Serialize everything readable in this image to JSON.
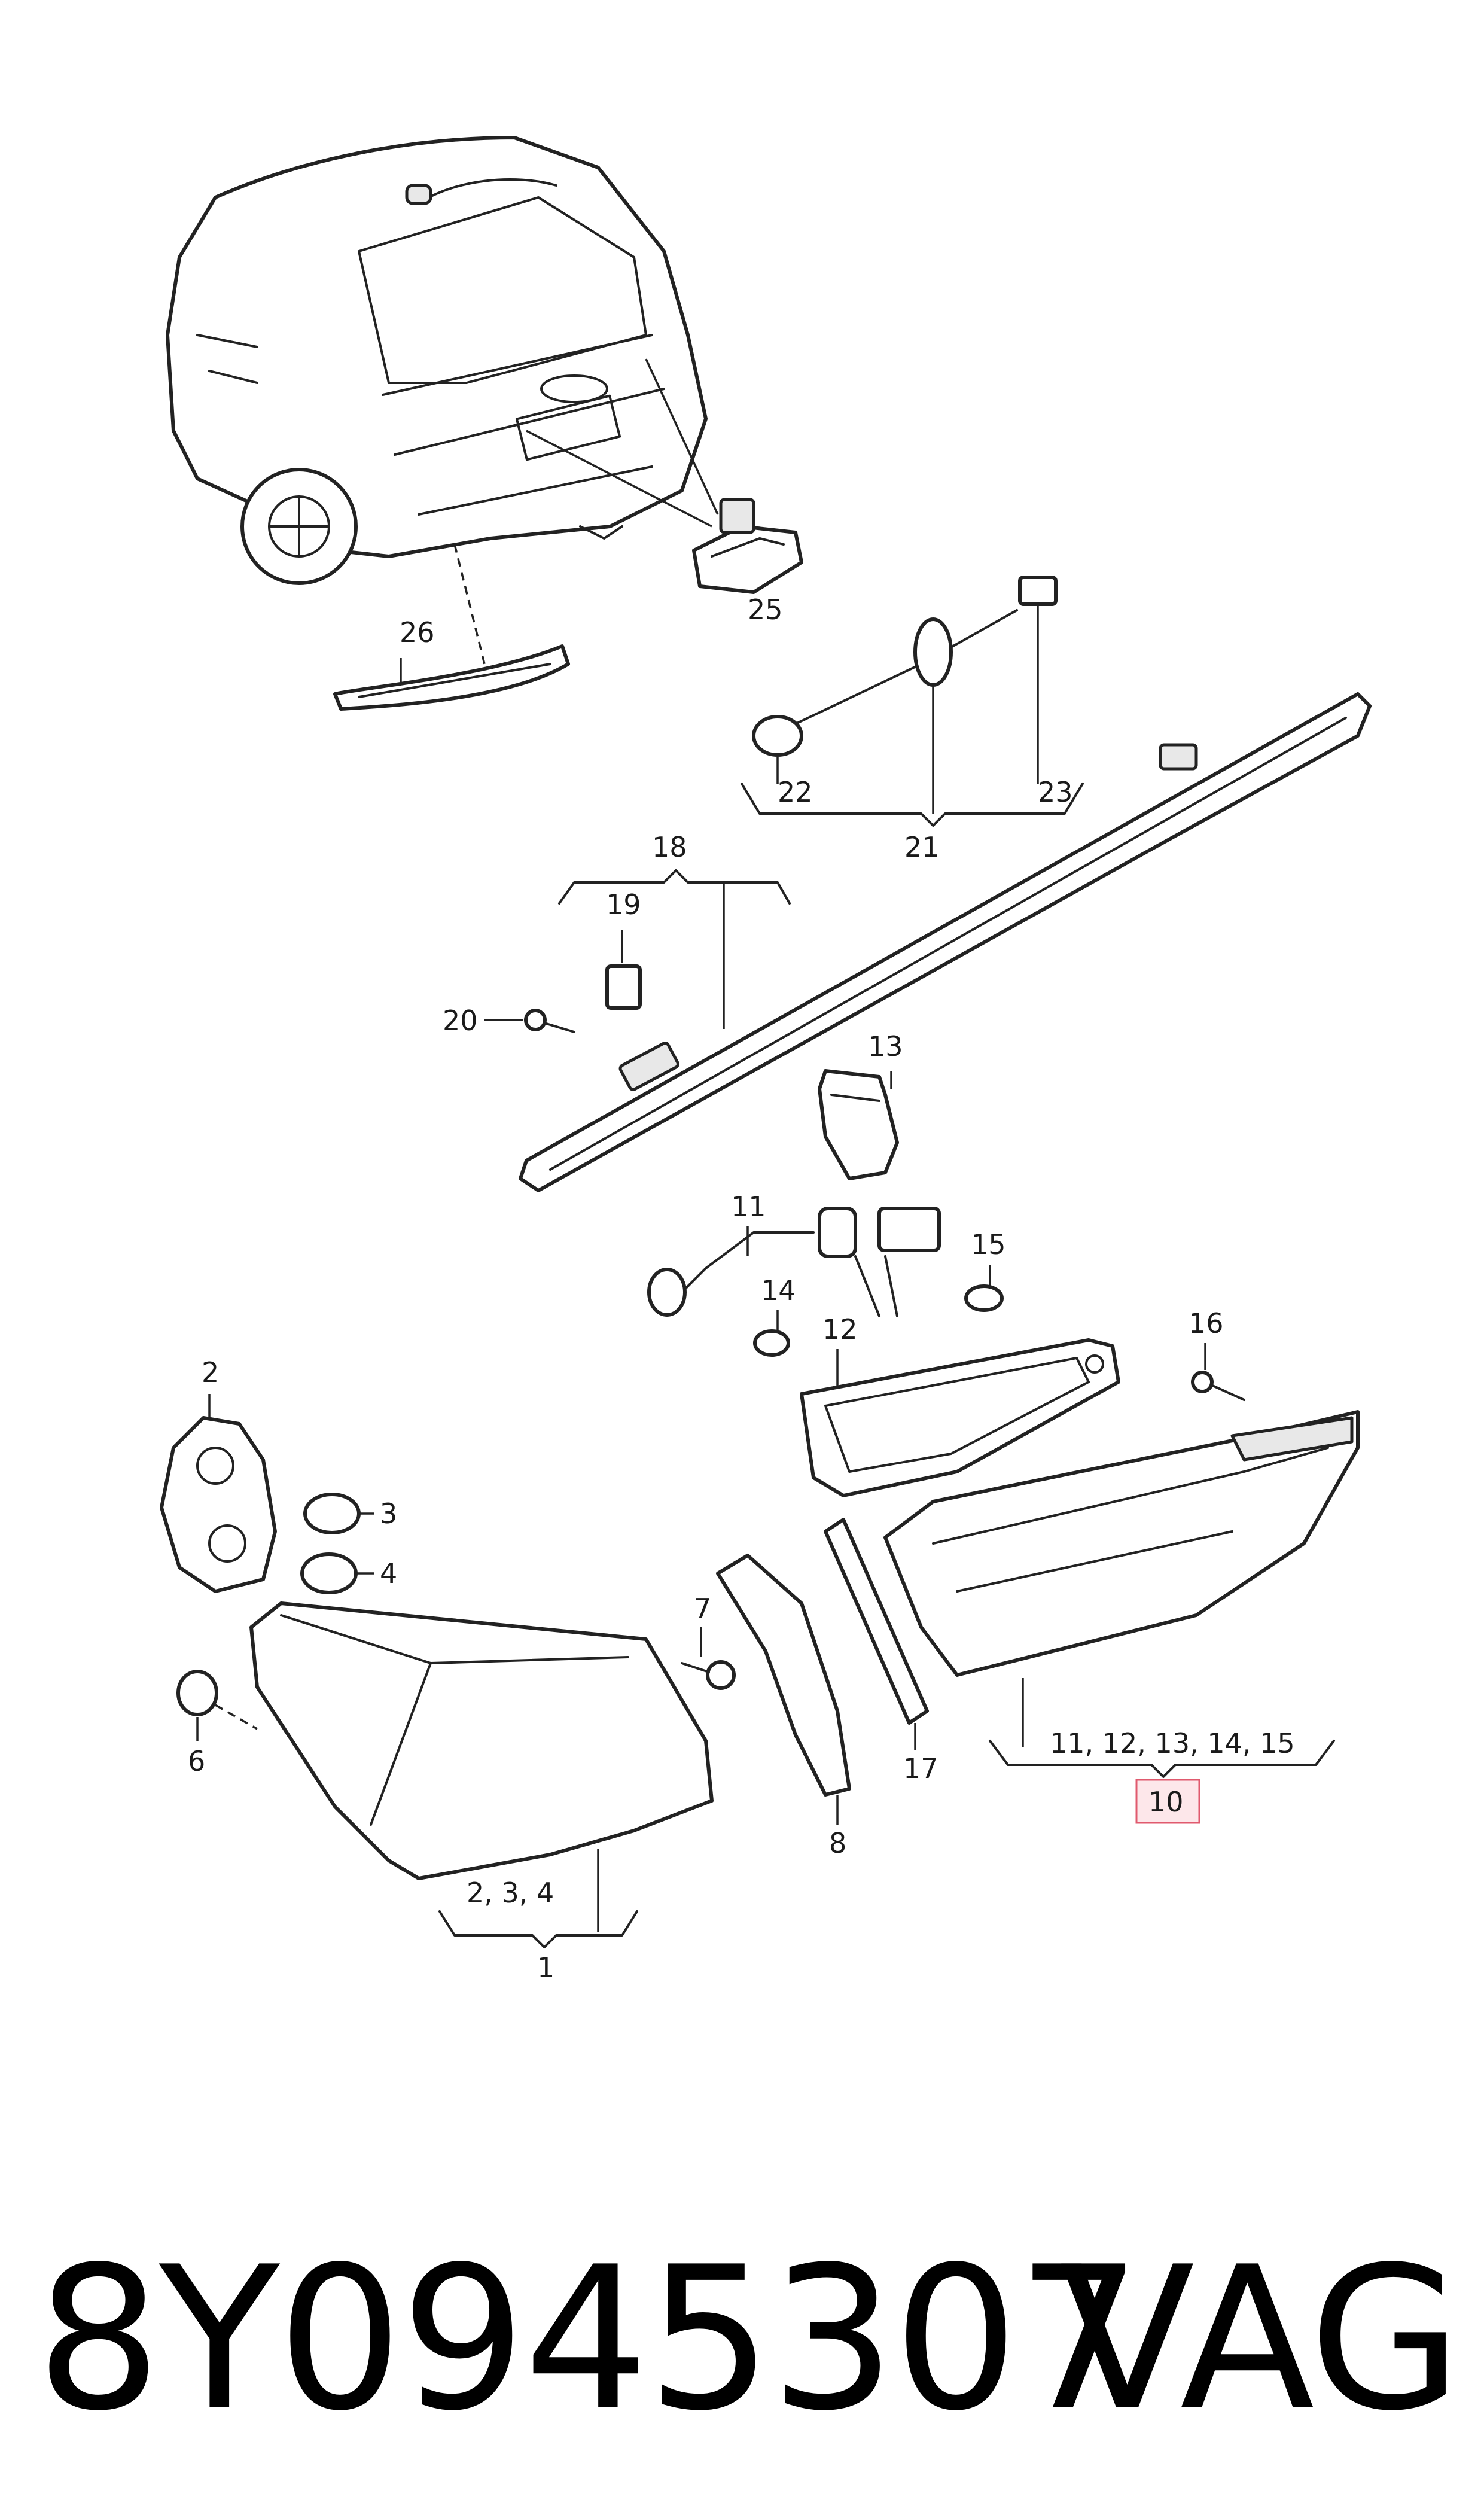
{
  "callouts": {
    "c1": "1",
    "c2": "2",
    "c3": "3",
    "c4": "4",
    "c6": "6",
    "c7": "7",
    "c8": "8",
    "c10": "10",
    "c11": "11",
    "c12": "12",
    "c13": "13",
    "c14": "14",
    "c15": "15",
    "c16": "16",
    "c17": "17",
    "c18": "18",
    "c19": "19",
    "c20": "20",
    "c21": "21",
    "c22": "22",
    "c23": "23",
    "c25": "25",
    "c26": "26",
    "group_1": "2, 3, 4",
    "group_10": "11, 12, 13, 14, 15"
  },
  "part_number": "8Y0945307",
  "brand": "VAG",
  "colors": {
    "line": "#222222",
    "highlight_box_fill": "#fde7ea",
    "highlight_box_stroke": "#e05a6e"
  }
}
